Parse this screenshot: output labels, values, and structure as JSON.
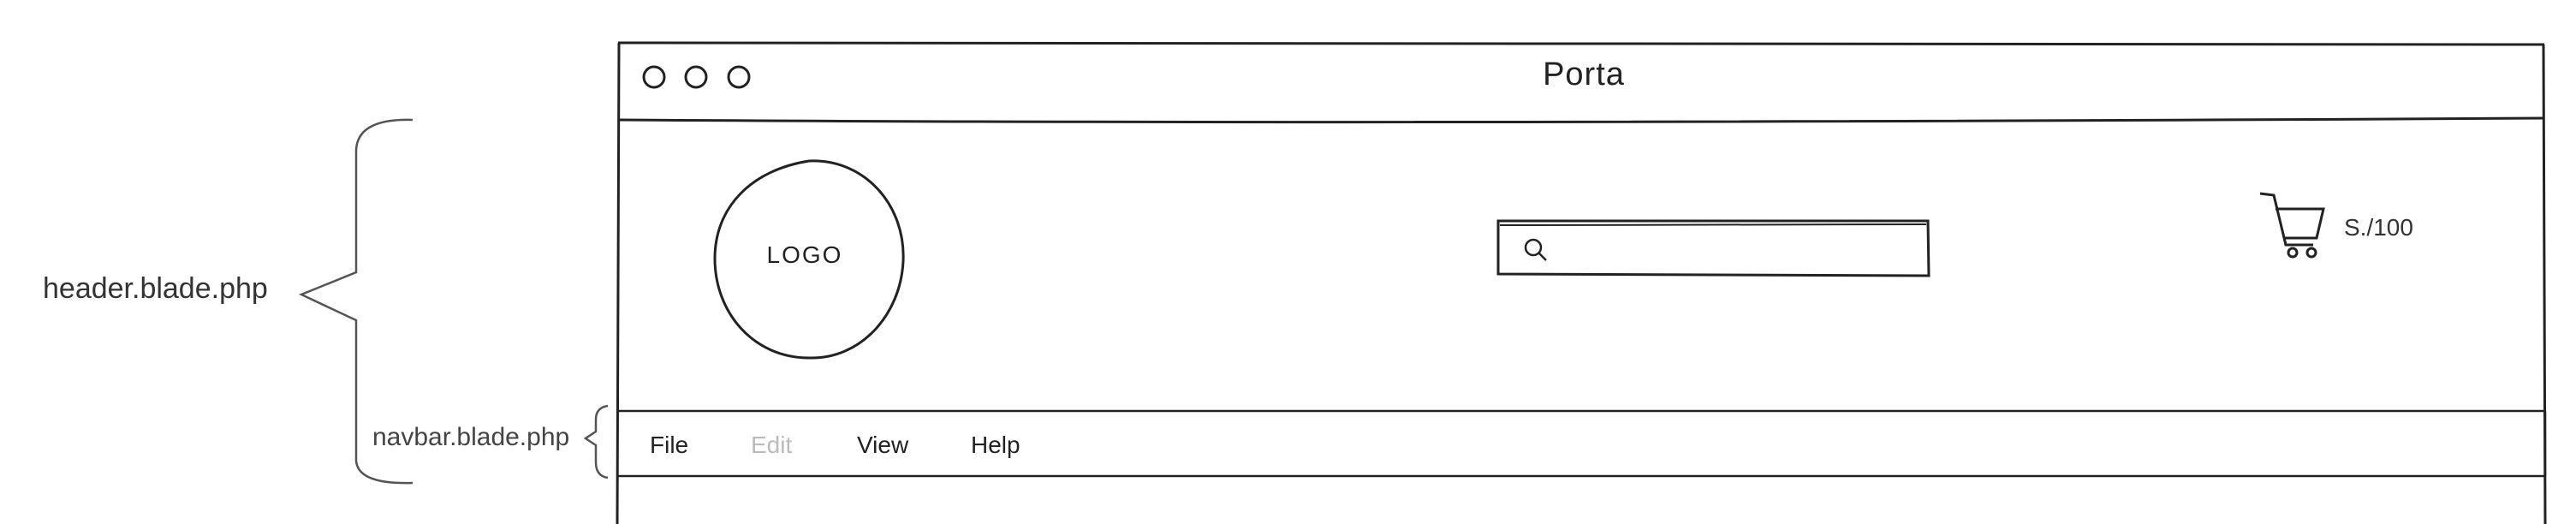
{
  "window": {
    "title": "Porta",
    "controls": [
      "close",
      "minimize",
      "maximize"
    ]
  },
  "header": {
    "logo_text": "LOGO",
    "search": {
      "value": "",
      "icon": "search-icon"
    },
    "cart": {
      "icon": "cart-icon",
      "amount": "S./100"
    }
  },
  "navbar": {
    "items": [
      {
        "label": "File",
        "enabled": true
      },
      {
        "label": "Edit",
        "enabled": false
      },
      {
        "label": "View",
        "enabled": true
      },
      {
        "label": "Help",
        "enabled": true
      }
    ]
  },
  "annotations": {
    "header_file": "header.blade.php",
    "navbar_file": "navbar.blade.php"
  },
  "colors": {
    "stroke": "#222222",
    "disabled_text": "#bbbbbb",
    "annotation_stroke": "#555555"
  }
}
